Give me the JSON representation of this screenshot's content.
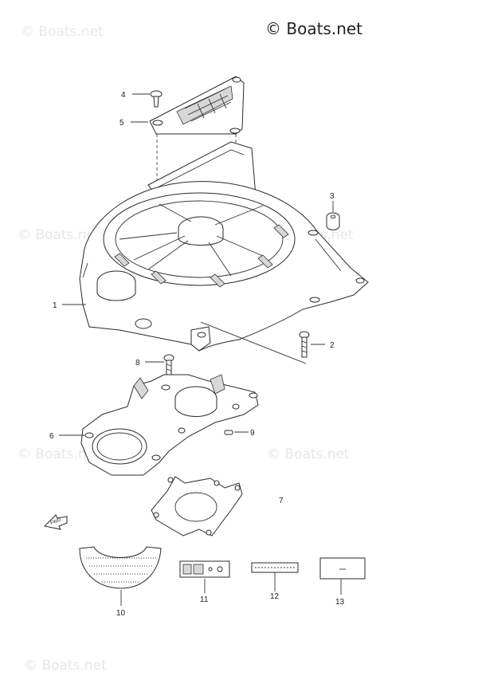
{
  "watermarks": [
    "© Boats.net",
    "© Boats.net",
    "© Boats.net",
    "© Boats.net",
    "© Boats.net",
    "© Boats.net"
  ],
  "brand": "© Boats.net",
  "callouts": [
    {
      "id": "1",
      "label": "1"
    },
    {
      "id": "2",
      "label": "2"
    },
    {
      "id": "3",
      "label": "3"
    },
    {
      "id": "4",
      "label": "4"
    },
    {
      "id": "5",
      "label": "5"
    },
    {
      "id": "6",
      "label": "6"
    },
    {
      "id": "7",
      "label": "7"
    },
    {
      "id": "8",
      "label": "8"
    },
    {
      "id": "9",
      "label": "9"
    },
    {
      "id": "10",
      "label": "10"
    },
    {
      "id": "11",
      "label": "11"
    },
    {
      "id": "12",
      "label": "12"
    },
    {
      "id": "13",
      "label": "13"
    }
  ],
  "fwd_arrow": {
    "label": "FWD",
    "icon": "fwd-arrow-icon"
  }
}
